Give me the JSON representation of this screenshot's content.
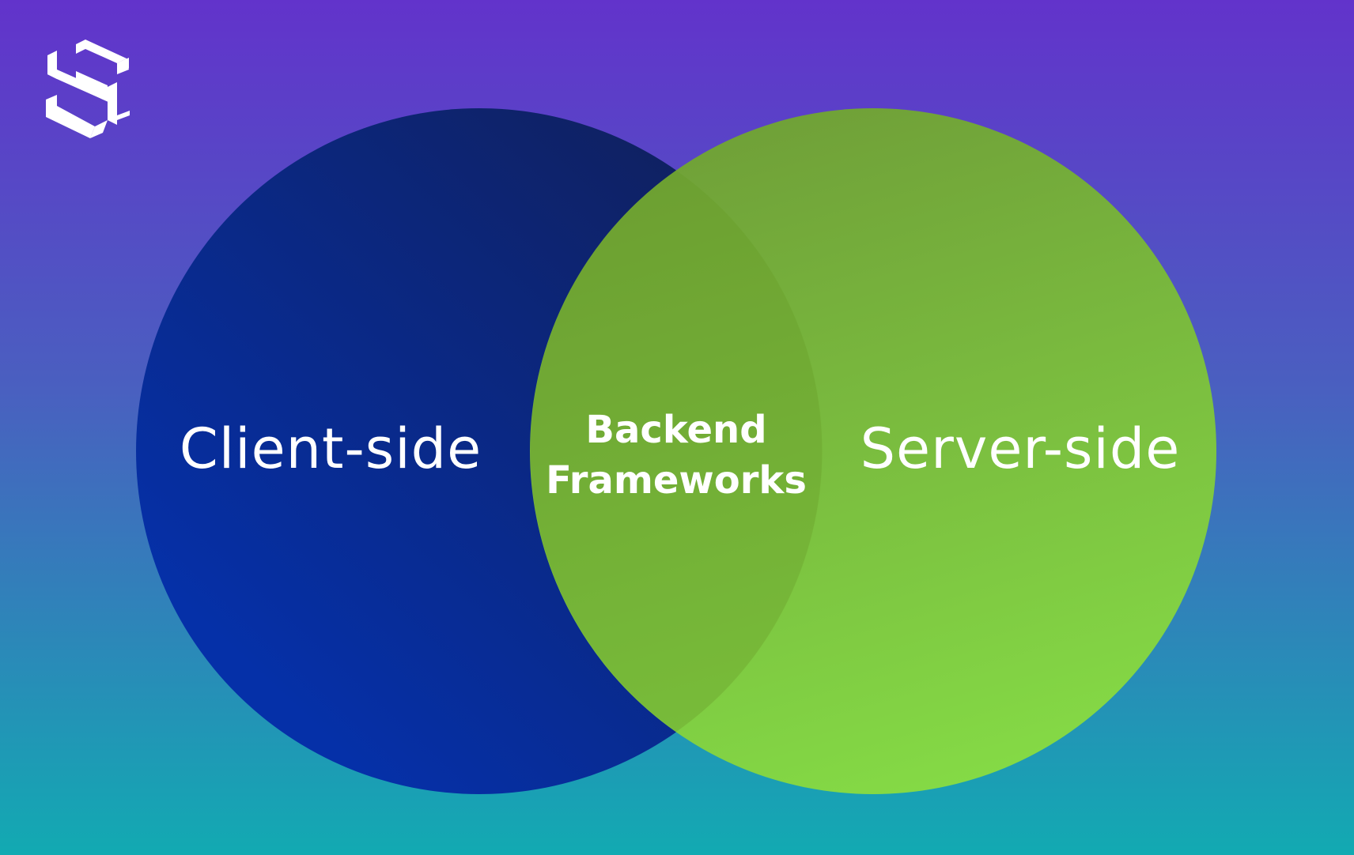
{
  "colors": {
    "background_top": "#6233CB",
    "background_bottom": "#12AAB2",
    "left_circle_light": "#0530A8",
    "left_circle_dark": "#10205E",
    "right_circle_top": "#70A233",
    "right_circle_bottom": "#88DC42",
    "label_text": "#FFFFFF",
    "logo": "#FFFFFF"
  },
  "logo": {
    "icon": "s-logo-icon"
  },
  "venn": {
    "left_label": "Client-side",
    "right_label": "Server-side",
    "overlap_label_line1": "Backend",
    "overlap_label_line2": "Frameworks"
  }
}
